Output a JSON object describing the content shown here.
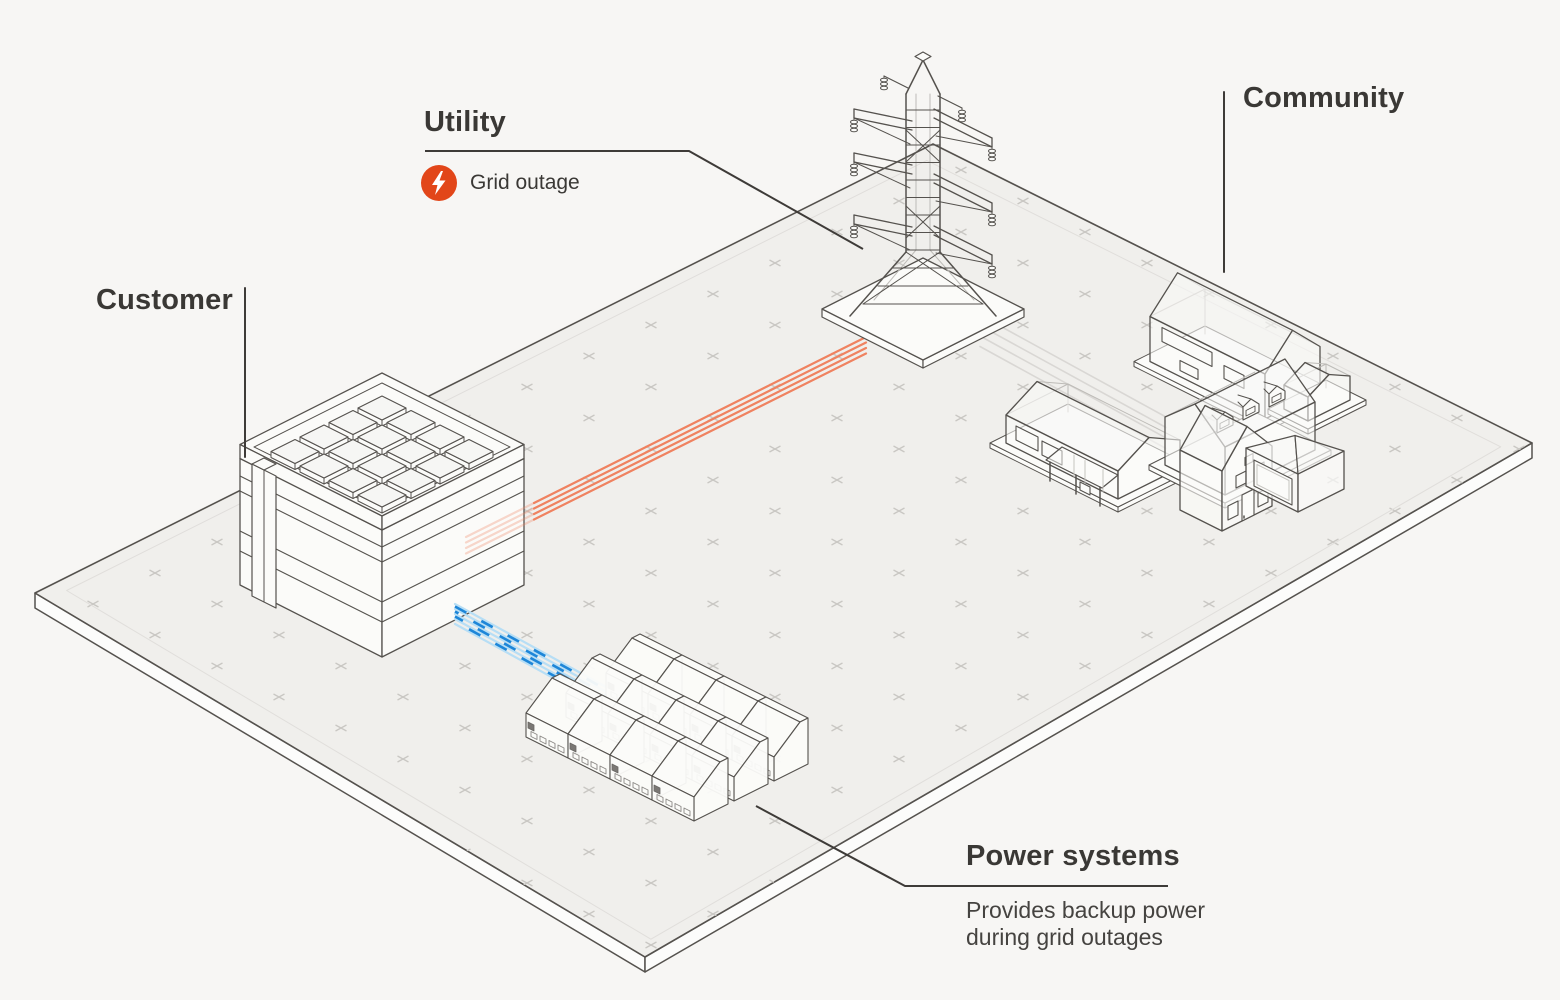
{
  "diagram": {
    "title_nodes": {
      "customer": {
        "label": "Customer"
      },
      "utility": {
        "label": "Utility",
        "status_badge": "Grid outage"
      },
      "community": {
        "label": "Community"
      },
      "power_systems": {
        "label": "Power systems",
        "description": "Provides backup power during grid outages"
      }
    },
    "icons": {
      "grid_outage": "lightning-icon"
    },
    "colors": {
      "background": "#F7F6F4",
      "ground": "#F0EFEC",
      "ground_side": "#FCFCFB",
      "outline": "#55524E",
      "outline_light": "#C6C4C0",
      "hidden_line": "#BDBBB7",
      "cross": "#C9C7C3",
      "text": "#3A3835",
      "text_secondary": "#454340",
      "badge_bg": "#E24619",
      "badge_icon": "#FFFFFF",
      "outage_line": "#EF8260",
      "backup_line": "#1E86D8",
      "backup_line_light": "#B7DEF5",
      "idle_line": "#D9D7D4",
      "fill_white": "#FBFBF9",
      "leader": "#3E3B38"
    }
  }
}
